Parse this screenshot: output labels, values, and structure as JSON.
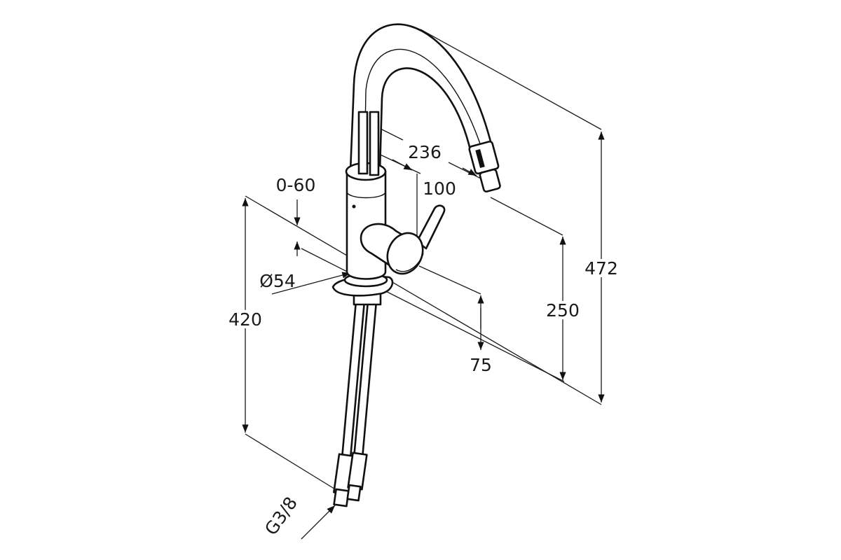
{
  "title": "Kitchen faucet dimension drawing",
  "dimensions": {
    "spout_reach": "236",
    "spout_offset": "100",
    "deck_thickness": "0-60",
    "hole_diameter": "Ø54",
    "hose_length": "420",
    "spout_height": "250",
    "total_height": "472",
    "lever_height": "75",
    "connection": "G3/8"
  },
  "colors": {
    "line": "#111111",
    "background": "#ffffff"
  }
}
